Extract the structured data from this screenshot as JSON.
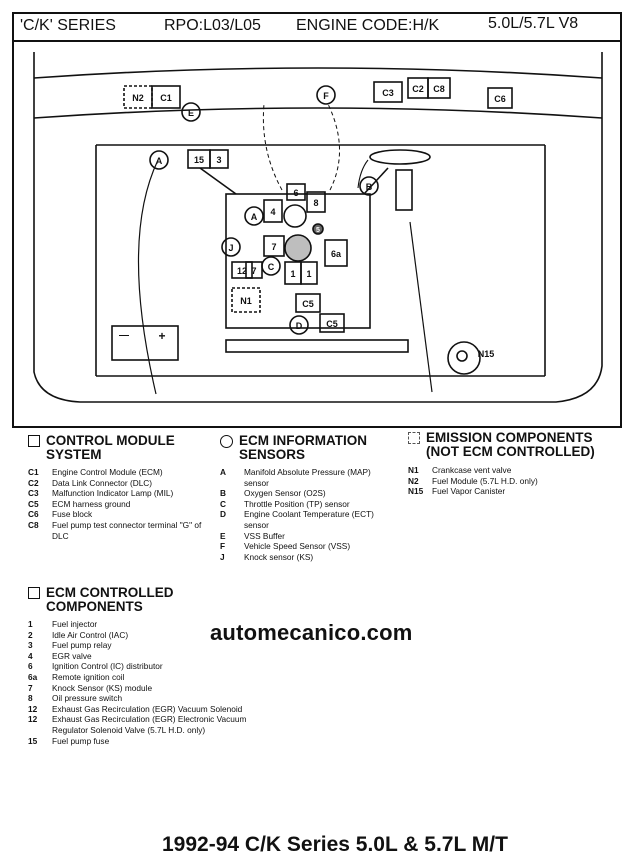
{
  "header": {
    "series": "'C/K' SERIES",
    "rpo": "RPO:L03/L05",
    "engine_code": "ENGINE CODE:H/K",
    "engine": "5.0L/5.7L  V8"
  },
  "diagram_labels": {
    "n2": "N2",
    "c1": "C1",
    "e": "E",
    "f": "F",
    "c3": "C3",
    "c2": "C2",
    "c8": "C8",
    "c6": "C6",
    "a_left": "A",
    "fifteen": "15",
    "three": "3",
    "b": "B",
    "a_mid": "A",
    "four": "4",
    "six": "6",
    "eight": "8",
    "five": "5",
    "j": "J",
    "seven": "7",
    "twelve": "12",
    "seven_b": "7",
    "c_label": "C",
    "one_a": "1",
    "one_b": "1",
    "six_a": "6a",
    "n1": "N1",
    "c5_a": "C5",
    "d": "D",
    "c5_b": "C5",
    "n15": "N15",
    "batt_minus": "—",
    "batt_plus": "+"
  },
  "legend": {
    "control_module": {
      "title": "CONTROL MODULE\nSYSTEM",
      "items": [
        {
          "code": "C1",
          "text": "Engine Control Module (ECM)"
        },
        {
          "code": "C2",
          "text": "Data Link Connector (DLC)"
        },
        {
          "code": "C3",
          "text": "Malfunction Indicator Lamp (MIL)"
        },
        {
          "code": "C5",
          "text": "ECM harness ground"
        },
        {
          "code": "C6",
          "text": "Fuse block"
        },
        {
          "code": "C8",
          "text": "Fuel pump test connector terminal \"G\" of DLC"
        }
      ]
    },
    "ecm_sensors": {
      "title": "ECM INFORMATION\nSENSORS",
      "items": [
        {
          "code": "A",
          "text": "Manifold Absolute Pressure (MAP) sensor"
        },
        {
          "code": "B",
          "text": "Oxygen Sensor (O2S)"
        },
        {
          "code": "C",
          "text": "Throttle Position (TP) sensor"
        },
        {
          "code": "D",
          "text": "Engine Coolant Temperature (ECT) sensor"
        },
        {
          "code": "E",
          "text": "VSS Buffer"
        },
        {
          "code": "F",
          "text": "Vehicle Speed Sensor (VSS)"
        },
        {
          "code": "J",
          "text": "Knock sensor (KS)"
        }
      ]
    },
    "emission": {
      "title": "EMISSION COMPONENTS\n(NOT ECM CONTROLLED)",
      "items": [
        {
          "code": "N1",
          "text": "Crankcase vent valve"
        },
        {
          "code": "N2",
          "text": "Fuel Module (5.7L H.D. only)"
        },
        {
          "code": "N15",
          "text": "Fuel Vapor Canister"
        }
      ]
    },
    "ecm_controlled": {
      "title": "ECM CONTROLLED\nCOMPONENTS",
      "items": [
        {
          "code": "1",
          "text": "Fuel injector"
        },
        {
          "code": "2",
          "text": "Idle Air Control (IAC)"
        },
        {
          "code": "3",
          "text": "Fuel pump relay"
        },
        {
          "code": "4",
          "text": "EGR valve"
        },
        {
          "code": "6",
          "text": "Ignition Control (IC) distributor"
        },
        {
          "code": "6a",
          "text": "Remote ignition coil"
        },
        {
          "code": "7",
          "text": "Knock Sensor (KS) module"
        },
        {
          "code": "8",
          "text": "Oil pressure switch"
        },
        {
          "code": "12",
          "text": "Exhaust Gas Recirculation (EGR) Vacuum Solenoid"
        },
        {
          "code": "12",
          "text": "Exhaust Gas Recirculation (EGR) Electronic Vacuum Regulator Solenoid Valve (5.7L H.D. only)"
        },
        {
          "code": "15",
          "text": "Fuel pump fuse"
        }
      ]
    }
  },
  "watermark": "automecanico.com",
  "footer": "1992-94 C/K Series 5.0L & 5.7L M/T"
}
